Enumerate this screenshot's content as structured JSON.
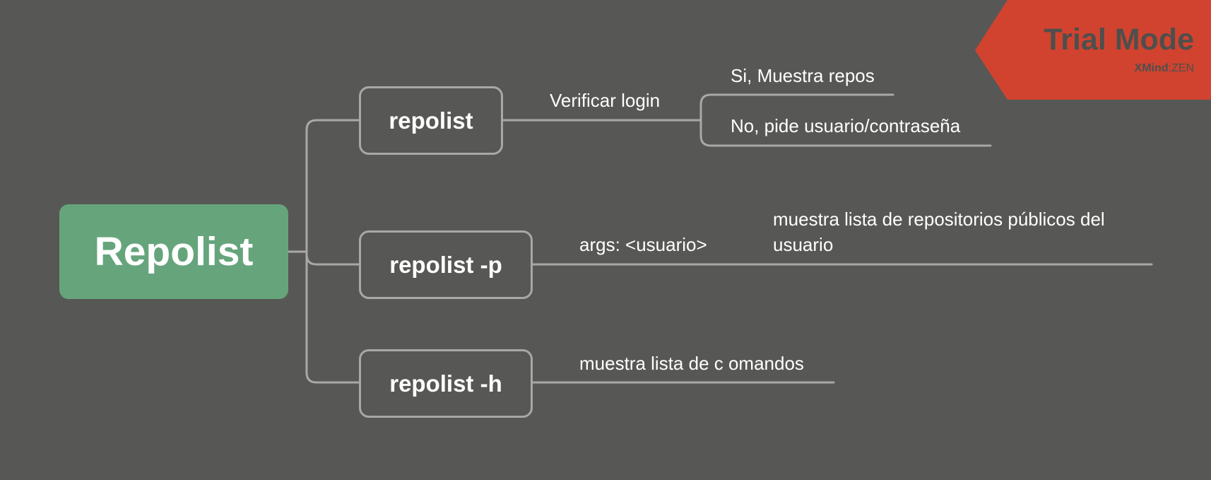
{
  "root": {
    "label": "Repolist"
  },
  "topics": [
    {
      "label": "repolist",
      "branch_label": "Verificar login",
      "children": [
        "Si, Muestra repos",
        "No, pide usuario/contraseña"
      ]
    },
    {
      "label": "repolist -p",
      "branch_label": "args: <usuario>",
      "children": [
        "muestra lista de repositorios públicos del usuario"
      ]
    },
    {
      "label": "repolist -h",
      "branch_label": "muestra lista de c omandos",
      "children": []
    }
  ],
  "watermark": {
    "title": "Trial Mode",
    "brand_bold": "XMind",
    "brand_sep": ":",
    "brand_rest": "ZEN"
  },
  "colors": {
    "background": "#575855",
    "root_fill": "#66a57c",
    "line": "#a8a8a6",
    "watermark": "#d1432f"
  }
}
